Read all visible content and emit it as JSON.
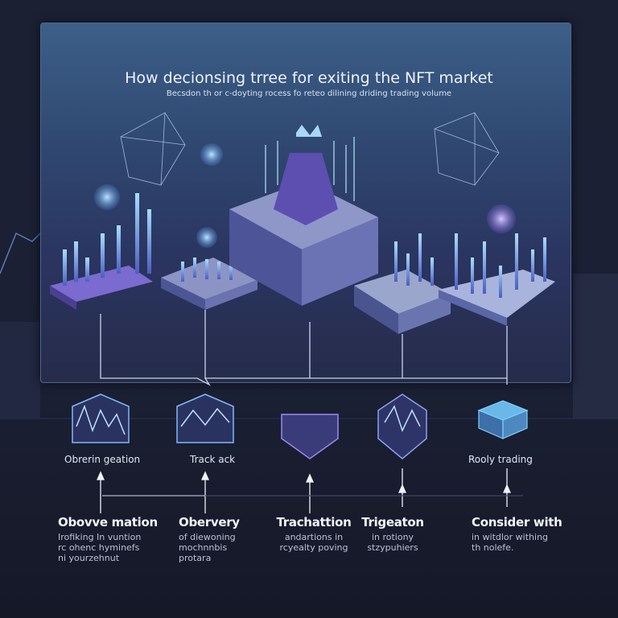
{
  "header": {
    "title": "How decionsing trree for exiting the NFT market",
    "subtitle": "Becsdon th or c-doyting rocess fo reteo dilining driding trading volume"
  },
  "node_labels": [
    "Obrerin geation",
    "Track ack",
    "Rooly trading"
  ],
  "columns": [
    {
      "heading": "Obovve mation",
      "lines": [
        "Irofiking In vuntion",
        "rc ohenc hyminefs",
        "ni yourzehnut"
      ]
    },
    {
      "heading": "Obervery",
      "lines": [
        "of diewoning",
        "mochnnbis",
        "protara"
      ]
    },
    {
      "heading": "Trachattion",
      "lines": [
        "andartions in",
        "rcyealty poving"
      ]
    },
    {
      "heading": "Trigeaton",
      "lines": [
        "in rotiony",
        "stzypuhiers"
      ]
    },
    {
      "heading": "Consider with",
      "lines": [
        "in witdlor withing",
        "th nolefe."
      ]
    }
  ],
  "colors": {
    "background": "#181b2b",
    "panel": "#2f4770",
    "accent": "#7fb8ff",
    "purple": "#8a6fe0"
  }
}
